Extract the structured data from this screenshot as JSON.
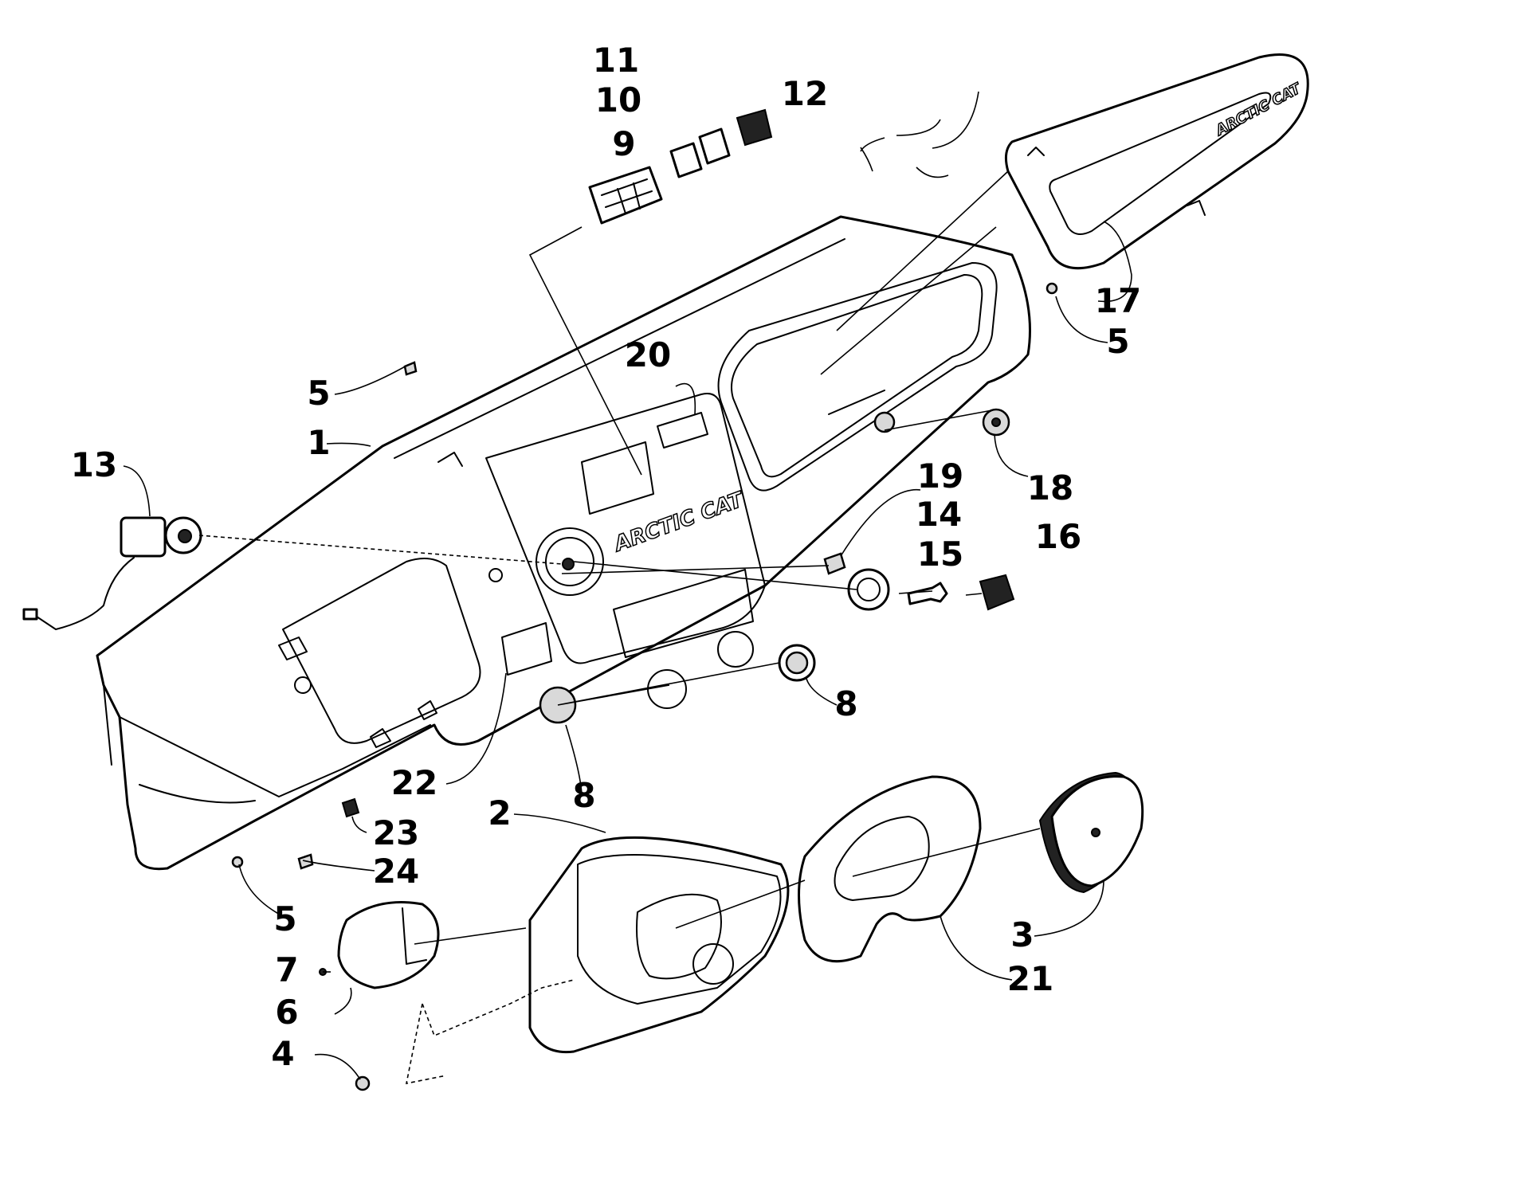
{
  "callouts": [
    {
      "id": "c1",
      "label": "1"
    },
    {
      "id": "c2",
      "label": "2"
    },
    {
      "id": "c3",
      "label": "3"
    },
    {
      "id": "c4",
      "label": "4"
    },
    {
      "id": "c5a",
      "label": "5"
    },
    {
      "id": "c5b",
      "label": "5"
    },
    {
      "id": "c5c",
      "label": "5"
    },
    {
      "id": "c6",
      "label": "6"
    },
    {
      "id": "c7",
      "label": "7"
    },
    {
      "id": "c8a",
      "label": "8"
    },
    {
      "id": "c8b",
      "label": "8"
    },
    {
      "id": "c9",
      "label": "9"
    },
    {
      "id": "c10",
      "label": "10"
    },
    {
      "id": "c11",
      "label": "11"
    },
    {
      "id": "c12",
      "label": "12"
    },
    {
      "id": "c13",
      "label": "13"
    },
    {
      "id": "c14",
      "label": "14"
    },
    {
      "id": "c15",
      "label": "15"
    },
    {
      "id": "c16",
      "label": "16"
    },
    {
      "id": "c17",
      "label": "17"
    },
    {
      "id": "c18",
      "label": "18"
    },
    {
      "id": "c19",
      "label": "19"
    },
    {
      "id": "c20",
      "label": "20"
    },
    {
      "id": "c21",
      "label": "21"
    },
    {
      "id": "c22",
      "label": "22"
    },
    {
      "id": "c23",
      "label": "23"
    },
    {
      "id": "c24",
      "label": "24"
    }
  ],
  "brand_text": {
    "dash_logo": "ARCTIC CAT",
    "cover_logo": "ARCTIC CAT"
  }
}
